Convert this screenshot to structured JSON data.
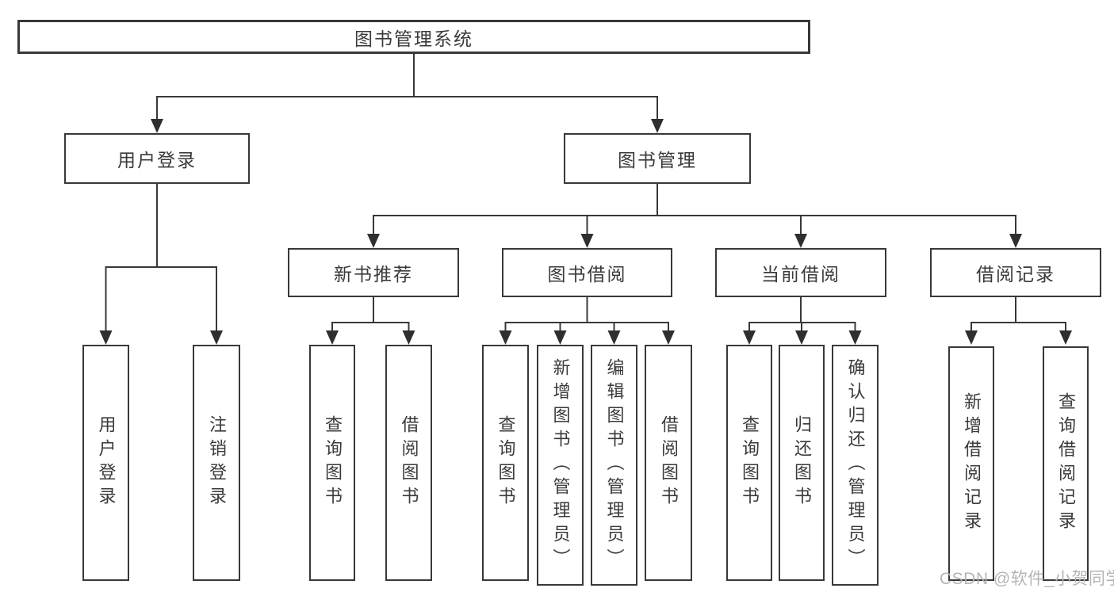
{
  "nodes": {
    "root": "图书管理系统",
    "user_login": "用户登录",
    "book_management": "图书管理",
    "new_book_recommend": "新书推荐",
    "book_borrowing": "图书借阅",
    "current_borrowing": "当前借阅",
    "borrowing_records": "借阅记录",
    "leaf_user_login": "用户登录",
    "leaf_logout": "注销登录",
    "leaf_nb_query_books": "查询图书",
    "leaf_nb_borrow_books": "借阅图书",
    "leaf_bb_query_books": "查询图书",
    "leaf_bb_add_books": "新增图书（管理员）",
    "leaf_bb_edit_books": "编辑图书（管理员）",
    "leaf_bb_borrow_books": "借阅图书",
    "leaf_cb_query_books": "查询图书",
    "leaf_cb_return_books": "归还图书",
    "leaf_cb_confirm_return": "确认归还（管理员）",
    "leaf_br_add_record": "新增借阅记录",
    "leaf_br_query_record": "查询借阅记录"
  },
  "watermark": "CSDN @软件_小贺同学",
  "colors": {
    "line": "#383838",
    "text": "#3a3a3a",
    "watermark_text": "#b0b0b0",
    "background": "#ffffff"
  }
}
